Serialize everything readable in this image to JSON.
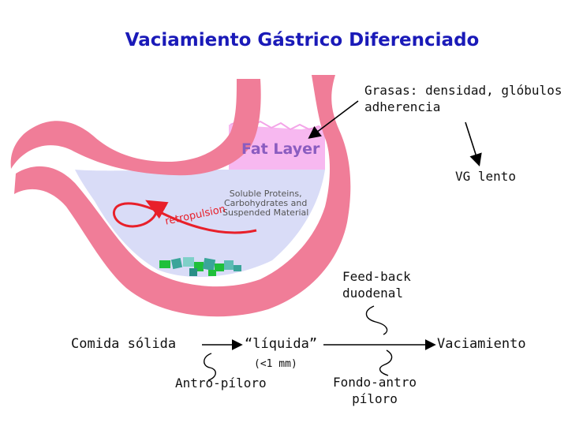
{
  "title": "Vaciamiento Gástrico Diferenciado",
  "illustration": {
    "fat_layer": "Fat Layer",
    "soluble_line1": "Soluble Proteins,",
    "soluble_line2": "Carbohydrates and",
    "soluble_line3": "Suspended Material",
    "retropulsion": "retropulsion"
  },
  "labels": {
    "grasas_line1": "Grasas: densidad, glóbulos",
    "grasas_line2": "adherencia",
    "vg_lento": "VG lento",
    "feedback_line1": "Feed-back",
    "feedback_line2": "duodenal",
    "comida_solida": "Comida sólida",
    "liquida": "“líquida”",
    "size_limit": "(<1 mm)",
    "antro_piloro": "Antro-píloro",
    "vaciamiento": "Vaciamiento",
    "fondo_line1": "Fondo-antro",
    "fondo_line2": "píloro"
  },
  "colors": {
    "title": "#1a1ab8",
    "stomach_wall": "#f07d98",
    "fat_layer": "#f7b8f0",
    "liquid": "#d9dcf7",
    "retropulsion": "#e8202a",
    "solids_green": "#1fc03a",
    "solids_teal": "#3aa59a"
  }
}
